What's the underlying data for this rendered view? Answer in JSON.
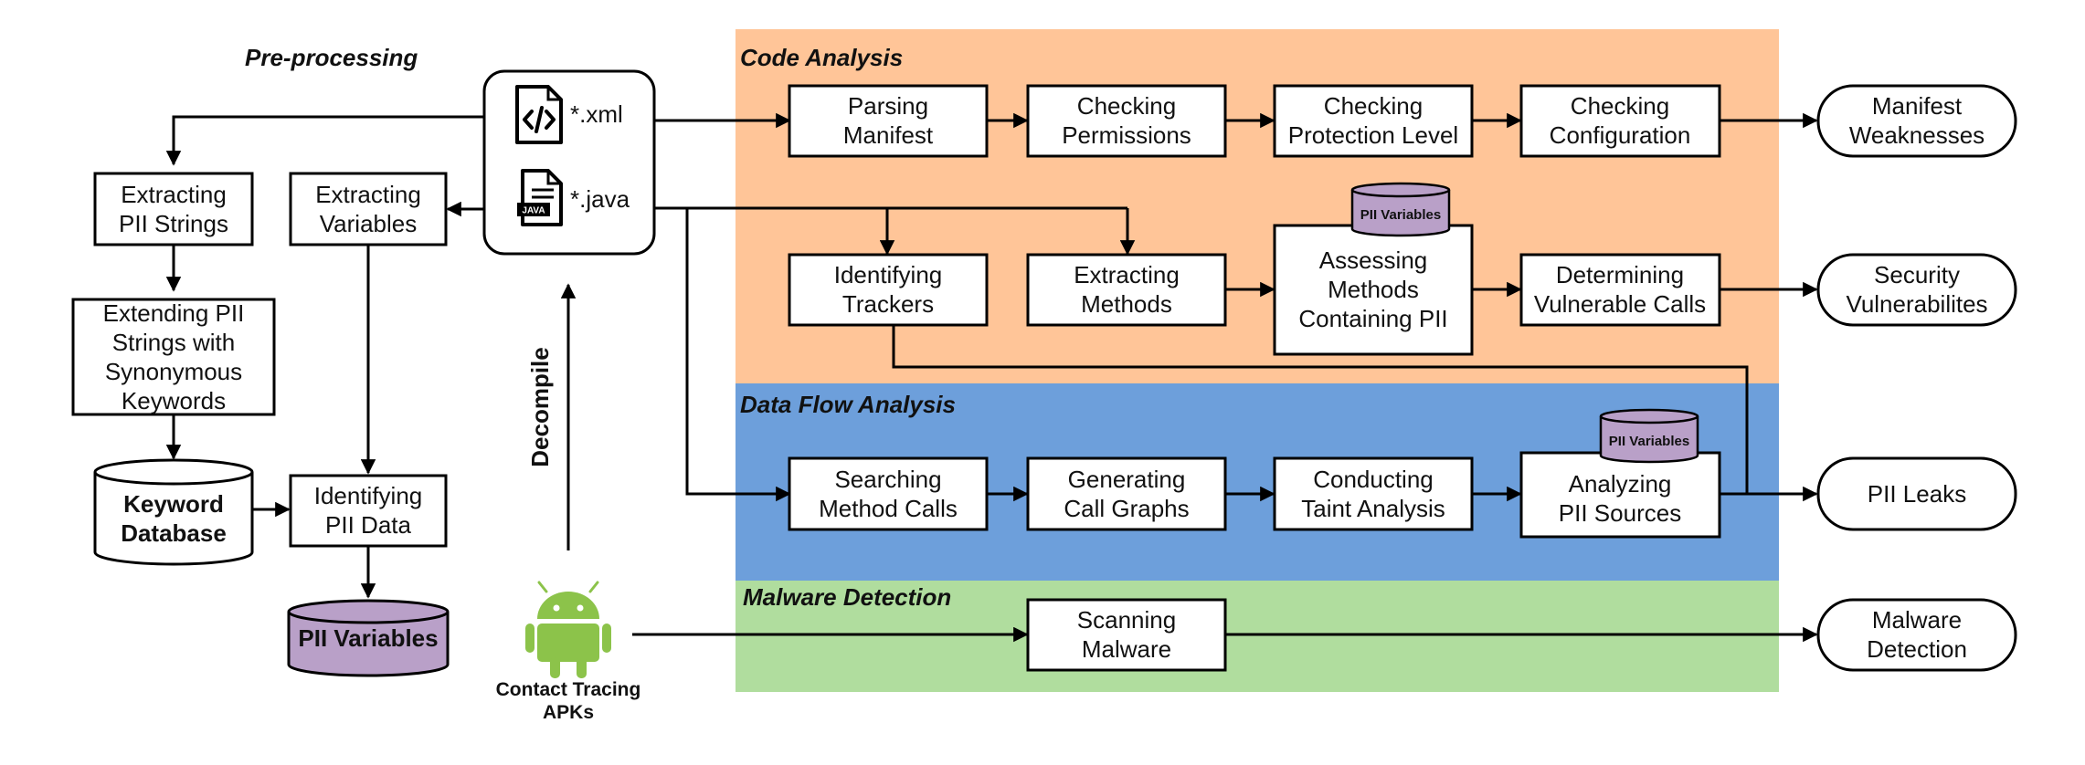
{
  "colors": {
    "code_analysis": "#FFC598",
    "data_flow_analysis": "#6D9FDB",
    "malware_detection": "#B0DD9E",
    "database": "#B9A0C8",
    "android": "#8CC34A",
    "stroke": "#000000"
  },
  "sections": {
    "preprocessing": "Pre-processing",
    "code_analysis": "Code Analysis",
    "data_flow_analysis": "Data Flow Analysis",
    "malware_detection": "Malware Detection"
  },
  "files": {
    "xml": "*.xml",
    "java": "*.java",
    "xml_icon": "code-file-icon",
    "java_icon": "java-file-icon",
    "java_badge": "JAVA"
  },
  "source": {
    "icon": "android-icon",
    "line1": "Contact Tracing",
    "line2": "APKs",
    "decompile": "Decompile"
  },
  "preprocessing": {
    "extract_pii_strings": [
      "Extracting",
      "PII Strings"
    ],
    "extend_pii_strings": [
      "Extending PII",
      "Strings with",
      "Synonymous",
      "Keywords"
    ],
    "keyword_db": [
      "Keyword",
      "Database"
    ],
    "extract_variables": [
      "Extracting",
      "Variables"
    ],
    "identify_pii_data": [
      "Identifying",
      "PII Data"
    ],
    "pii_variables_db": "PII Variables"
  },
  "code_analysis": {
    "parsing_manifest": [
      "Parsing",
      "Manifest"
    ],
    "checking_permissions": [
      "Checking",
      "Permissions"
    ],
    "checking_protection": [
      "Checking",
      "Protection Level"
    ],
    "checking_configuration": [
      "Checking",
      "Configuration"
    ],
    "identifying_trackers": [
      "Identifying",
      "Trackers"
    ],
    "extracting_methods": [
      "Extracting",
      "Methods"
    ],
    "assessing_methods": [
      "Assessing",
      "Methods",
      "Containing PII"
    ],
    "pii_variables_tag": "PII Variables",
    "determining_calls": [
      "Determining",
      "Vulnerable Calls"
    ]
  },
  "data_flow": {
    "searching_calls": [
      "Searching",
      "Method Calls"
    ],
    "generating_graphs": [
      "Generating",
      "Call Graphs"
    ],
    "conducting_taint": [
      "Conducting",
      "Taint Analysis"
    ],
    "analyzing_sources": [
      "Analyzing",
      "PII Sources"
    ],
    "pii_variables_tag": "PII Variables"
  },
  "malware": {
    "scanning_malware": [
      "Scanning",
      "Malware"
    ]
  },
  "outputs": {
    "manifest_weaknesses": [
      "Manifest",
      "Weaknesses"
    ],
    "security_vulnerabilities": [
      "Security",
      "Vulnerabilites"
    ],
    "pii_leaks": [
      "PII Leaks"
    ],
    "malware_detection": [
      "Malware",
      "Detection"
    ]
  }
}
